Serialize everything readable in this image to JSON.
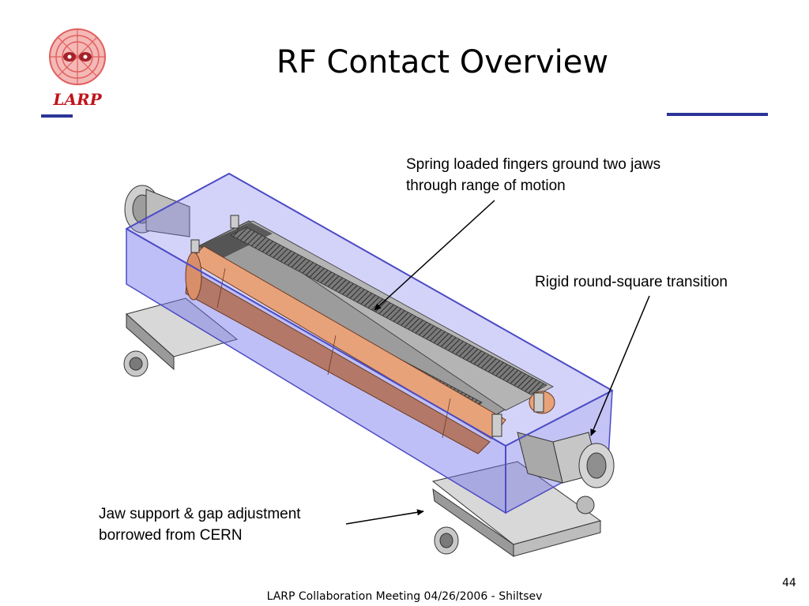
{
  "slide": {
    "title": "RF Contact Overview",
    "page_number": "44",
    "footer": "LARP Collaboration Meeting 04/26/2006 - Shiltsev"
  },
  "logo": {
    "text": "LARP",
    "text_color": "#c0141a"
  },
  "callouts": {
    "fingers": {
      "line1": "Spring loaded fingers ground two jaws",
      "line2": "through range of motion"
    },
    "transition": {
      "line1": "Rigid round-square transition"
    },
    "support": {
      "line1": "Jaw support & gap adjustment",
      "line2": "borrowed from CERN"
    }
  },
  "colors": {
    "accent_rule": "#2b3598",
    "housing": "#8080f0",
    "jaw": "#e8a27a"
  }
}
